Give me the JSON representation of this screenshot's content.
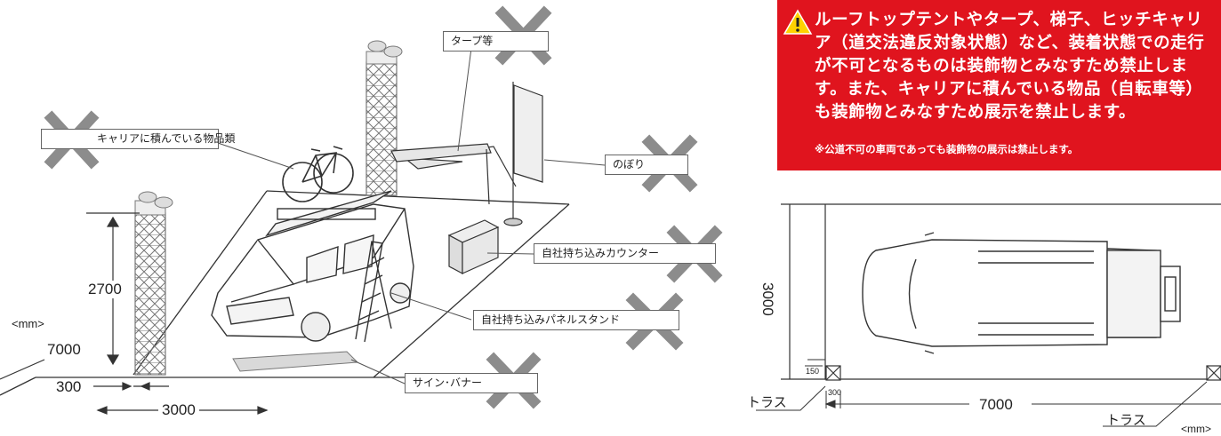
{
  "warning": {
    "text": "ルーフトップテントやタープ、梯子、ヒッチキャリア（道交法違反対象状態）など、装着状態での走行が不可となるものは装飾物とみなすため禁止します。また、キャリアに積んでいる物品（自転車等）も装飾物とみなすため展示を禁止します。",
    "note": "※公道不可の車両であっても装飾物の展示は禁止します。",
    "icon": "warning-triangle-icon",
    "color": "#e0141e"
  },
  "labels": {
    "tarp": "タープ等",
    "carrier_goods": "キャリアに積んでいる物品類",
    "nobori": "のぼり",
    "counter": "自社持ち込みカウンター",
    "panel_stand": "自社持ち込みパネルスタンド",
    "sign_banner": "サイン･バナー"
  },
  "dims_iso": {
    "height": "2700",
    "unit": "<mm>",
    "length": "7000",
    "offset": "300",
    "width": "3000"
  },
  "dims_plan": {
    "width": "3000",
    "small": "150",
    "offset": "300",
    "length": "7000",
    "truss_left": "トラス",
    "truss_right": "トラス",
    "unit": "<mm>"
  },
  "colors": {
    "cross": "#8c8c8c",
    "line": "#333333"
  }
}
